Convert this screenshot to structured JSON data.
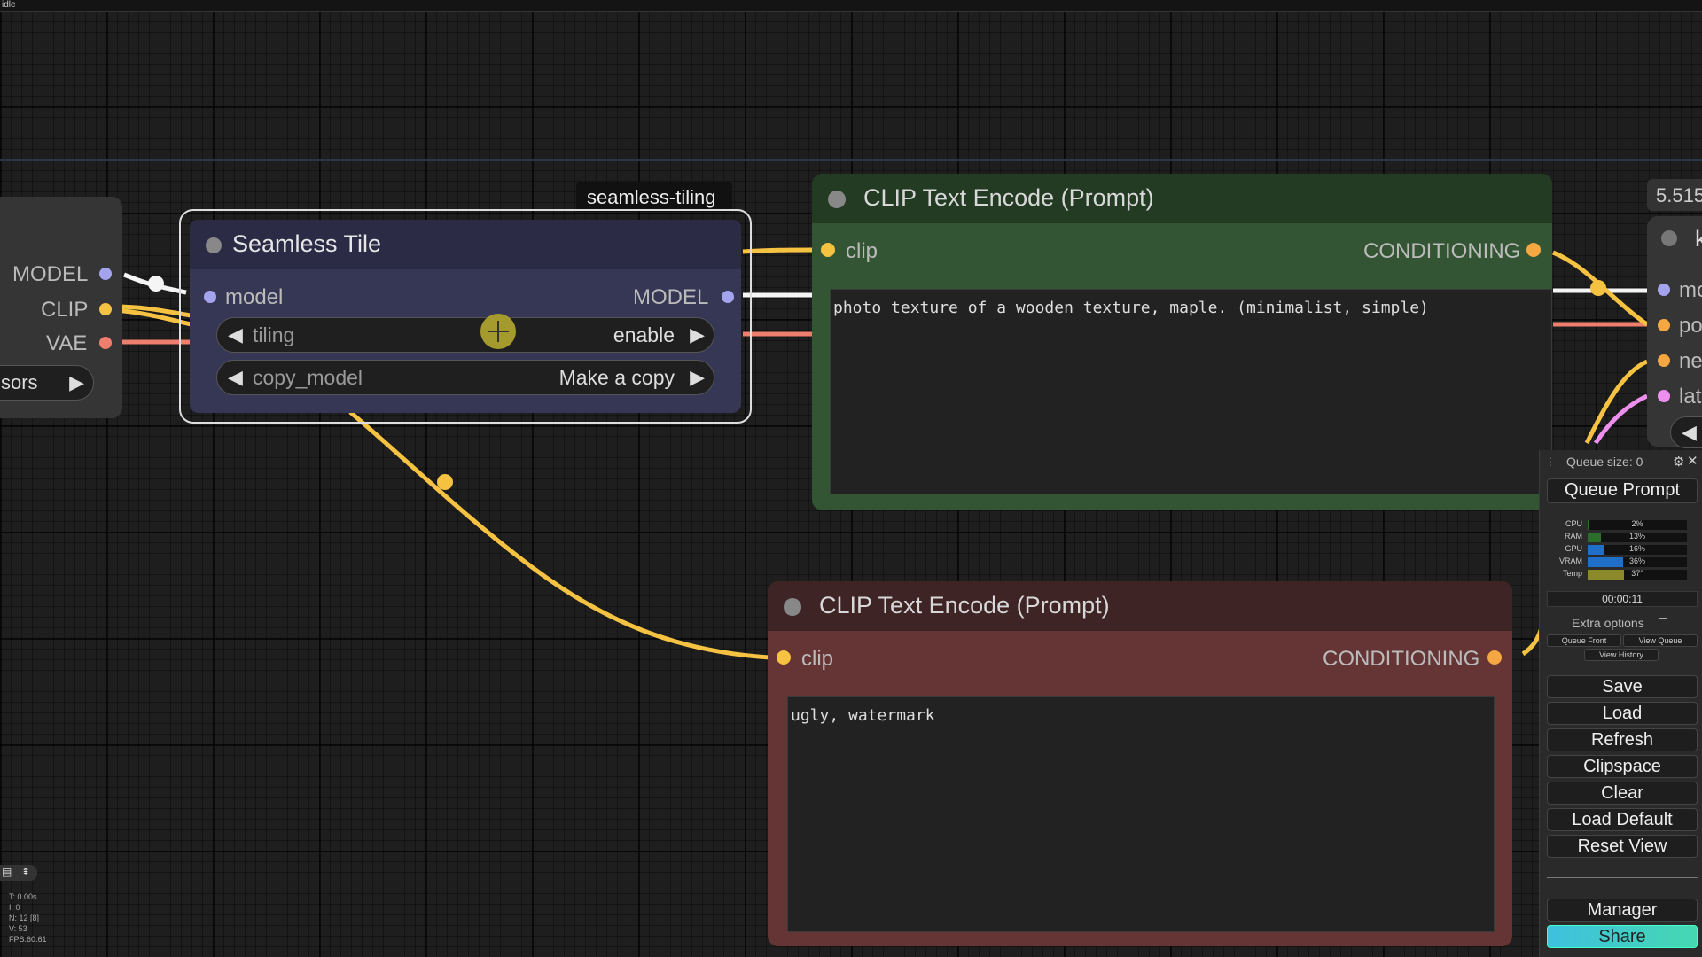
{
  "status": "idle",
  "links": {
    "colors": {
      "model": "#f5f5f5",
      "clip": "#f5c242",
      "vae": "#f07e6e",
      "latent": "#ee8ff0"
    }
  },
  "group": {
    "title": "seamless-tiling"
  },
  "left_node": {
    "outputs": [
      "MODEL",
      "CLIP",
      "VAE"
    ],
    "button_label": "sors",
    "dot_colors": {
      "model": "#a3a3ee",
      "clip": "#f5c242",
      "vae": "#f07e6e"
    }
  },
  "seamless_tile": {
    "title": "Seamless Tile",
    "input_label": "model",
    "output_label": "MODEL",
    "widgets": [
      {
        "name": "tiling",
        "value": "enable"
      },
      {
        "name": "copy_model",
        "value": "Make a copy"
      }
    ],
    "arrow_left": "◀",
    "arrow_right": "▶"
  },
  "clip_positive": {
    "title": "CLIP Text Encode (Prompt)",
    "input_label": "clip",
    "output_label": "CONDITIONING",
    "text": "photo texture of a wooden texture, maple. (minimalist, simple)"
  },
  "clip_negative": {
    "title": "CLIP Text Encode (Prompt)",
    "input_label": "clip",
    "output_label": "CONDITIONING",
    "text": "ugly, watermark"
  },
  "right_node": {
    "badge": "5.515",
    "title_partial": "k",
    "inputs": [
      "mo",
      "po",
      "ne",
      "late"
    ],
    "arrow_left": "◀"
  },
  "queue_panel": {
    "queue_size": "Queue size: 0",
    "queue_prompt": "Queue Prompt",
    "monitors": [
      {
        "name": "CPU",
        "value": "2%",
        "fill": 0.02,
        "color": "#2b6e2b"
      },
      {
        "name": "RAM",
        "value": "13%",
        "fill": 0.13,
        "color": "#2b6e2b"
      },
      {
        "name": "GPU",
        "value": "16%",
        "fill": 0.16,
        "color": "#1f6fc8"
      },
      {
        "name": "VRAM",
        "value": "36%",
        "fill": 0.36,
        "color": "#1f6fc8"
      },
      {
        "name": "Temp",
        "value": "37°",
        "fill": 0.37,
        "color": "#8a8a2a"
      }
    ],
    "timer": "00:00:11",
    "extra_options": "Extra options",
    "queue_front": "Queue Front",
    "view_queue": "View Queue",
    "view_history": "View History",
    "buttons": [
      "Save",
      "Load",
      "Refresh",
      "Clipspace",
      "Clear",
      "Load Default",
      "Reset View"
    ],
    "manager": "Manager",
    "share": "Share"
  },
  "stats": {
    "t": "T: 0.00s",
    "i": "I: 0",
    "n": "N: 12 [8]",
    "v": "V: 53",
    "fps": "FPS:60.61"
  }
}
